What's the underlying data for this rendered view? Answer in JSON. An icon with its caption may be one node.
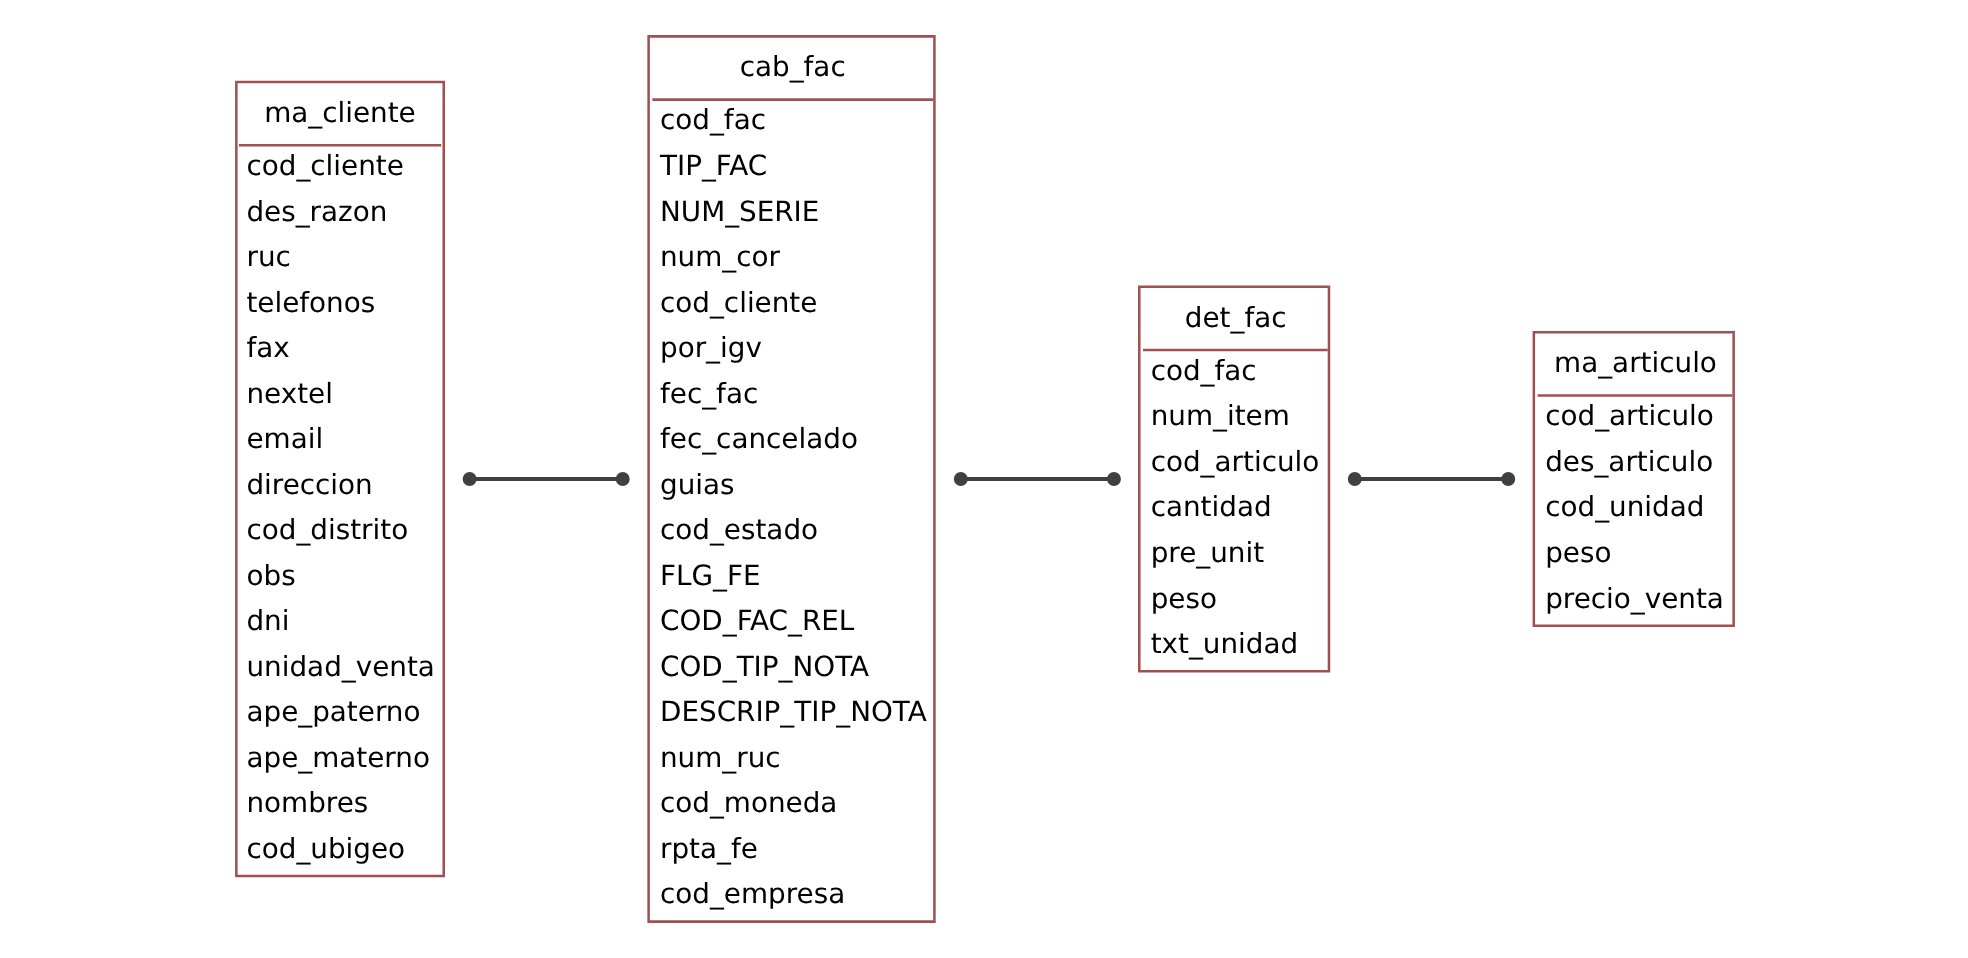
{
  "diagram": {
    "nodes": [
      {
        "text": [
          "ma_cliente",
          "cod_cliente",
          "des_razon",
          "ruc",
          "telefonos",
          "fax",
          "nextel",
          "email",
          "direccion",
          "cod_distrito",
          "obs",
          "dni",
          "unidad_venta",
          "ape_paterno",
          "ape_materno",
          "nombres",
          "cod_ubigeo"
        ]
      },
      {
        "text": [
          "cab_fac",
          "cod_fac",
          "TIP_FAC",
          "NUM_SERIE",
          "num_cor",
          "cod_cliente",
          "por_igv",
          "fec_fac",
          "fec_cancelado",
          "guias",
          "cod_estado",
          "FLG_FE",
          "COD_FAC_REL",
          "COD_TIP_NOTA",
          "DESCRIP_TIP_NOTA",
          "num_ruc",
          "cod_moneda",
          "rpta_fe",
          "cod_empresa"
        ]
      },
      {
        "text": [
          "det_fac",
          "cod_fac",
          "num_item",
          "cod_articulo",
          "cantidad",
          "pre_unit",
          "peso",
          "txt_unidad"
        ]
      },
      {
        "text": [
          "ma_articulo",
          "cod_articulo",
          "des_articulo",
          "cod_unidad",
          "peso",
          "precio_venta"
        ]
      }
    ],
    "edges": [
      {
        "from": 0,
        "to": 1,
        "arrow": "other"
      },
      {
        "from": 1,
        "to": 2,
        "arrow": "other"
      },
      {
        "from": 2,
        "to": 3,
        "arrow": "other"
      }
    ]
  }
}
